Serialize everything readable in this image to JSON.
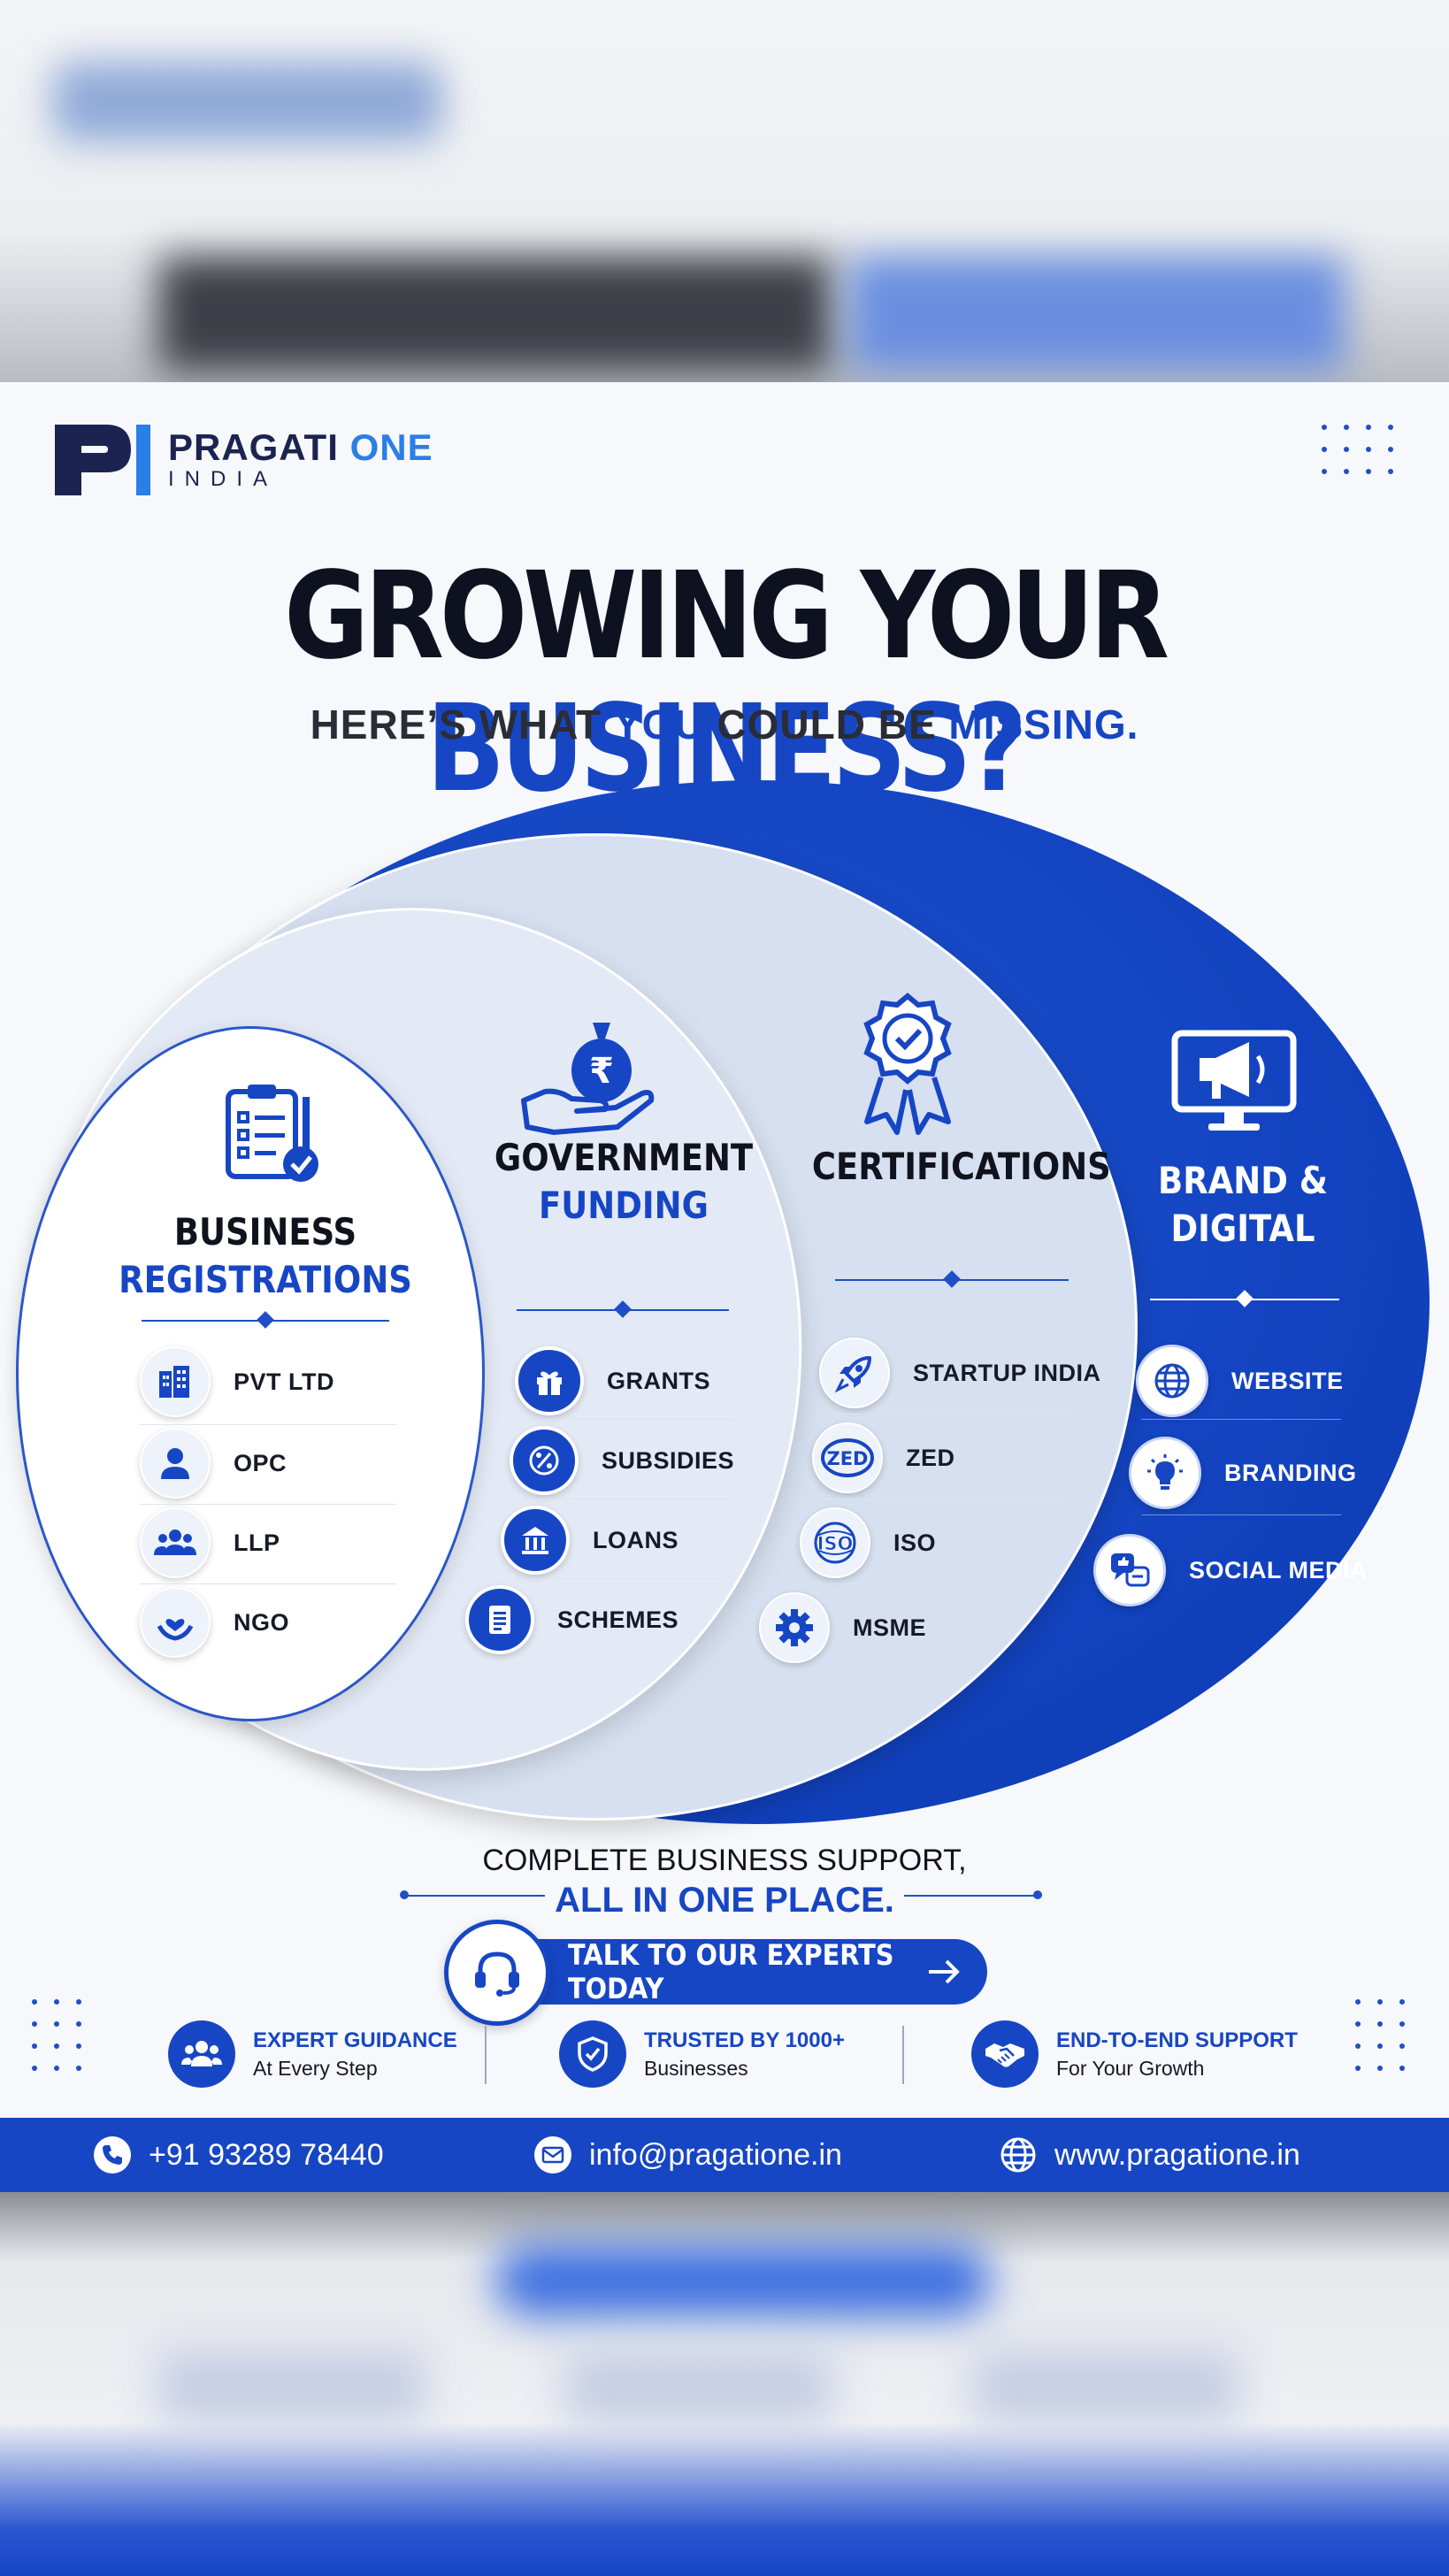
{
  "brand": {
    "name_primary": "PRAGATI",
    "name_secondary": "ONE",
    "sub": "INDIA",
    "colors": {
      "primary": "#1746c4",
      "dark": "#0e1220",
      "light_blue": "#2a7ee8"
    }
  },
  "headline": {
    "part1": "GROWING YOUR ",
    "part2": "BUSINESS?"
  },
  "subheadline": {
    "part1": "HERE’S WHAT ",
    "part2": "YOU",
    "part3": " COULD BE ",
    "part4": "MISSING."
  },
  "columns": [
    {
      "title_line1": "BUSINESS",
      "title_line2": "REGISTRATIONS",
      "icon": "clipboard-check-icon",
      "items": [
        {
          "label": "PVT LTD",
          "icon": "buildings-icon"
        },
        {
          "label": "OPC",
          "icon": "person-icon"
        },
        {
          "label": "LLP",
          "icon": "group-icon"
        },
        {
          "label": "NGO",
          "icon": "heart-hands-icon"
        }
      ]
    },
    {
      "title_line1": "GOVERNMENT",
      "title_line2": "FUNDING",
      "icon": "rupee-bag-hand-icon",
      "items": [
        {
          "label": "GRANTS",
          "icon": "gift-icon"
        },
        {
          "label": "SUBSIDIES",
          "icon": "percent-tag-icon"
        },
        {
          "label": "LOANS",
          "icon": "bank-icon"
        },
        {
          "label": "SCHEMES",
          "icon": "document-icon"
        }
      ]
    },
    {
      "title_line1": "CERTIFICATIONS",
      "icon": "award-badge-icon",
      "items": [
        {
          "label": "STARTUP INDIA",
          "icon": "rocket-icon"
        },
        {
          "label": "ZED",
          "icon": "zed-badge-icon",
          "badge": "ZED"
        },
        {
          "label": "ISO",
          "icon": "iso-badge-icon",
          "badge": "ISO"
        },
        {
          "label": "MSME",
          "icon": "gear-icon"
        }
      ]
    },
    {
      "title_line1": "BRAND &",
      "title_line2": "DIGITAL",
      "icon": "megaphone-monitor-icon",
      "items": [
        {
          "label": "WEBSITE",
          "icon": "globe-icon"
        },
        {
          "label": "BRANDING",
          "icon": "idea-bulb-icon"
        },
        {
          "label": "SOCIAL MEDIA",
          "icon": "social-chat-icon"
        }
      ]
    }
  ],
  "cta": {
    "line1": "COMPLETE BUSINESS SUPPORT,",
    "line2": "ALL IN ONE PLACE.",
    "button": "TALK TO OUR EXPERTS TODAY"
  },
  "features": [
    {
      "title": "EXPERT GUIDANCE",
      "sub": "At Every Step",
      "icon": "team-icon"
    },
    {
      "title": "TRUSTED BY 1000+",
      "sub": "Businesses",
      "icon": "shield-check-icon"
    },
    {
      "title": "END-TO-END SUPPORT",
      "sub": "For Your Growth",
      "icon": "handshake-icon"
    }
  ],
  "contact": {
    "phone": "+91 93289 78440",
    "email": "info@pragatione.in",
    "website": "www.pragatione.in"
  }
}
